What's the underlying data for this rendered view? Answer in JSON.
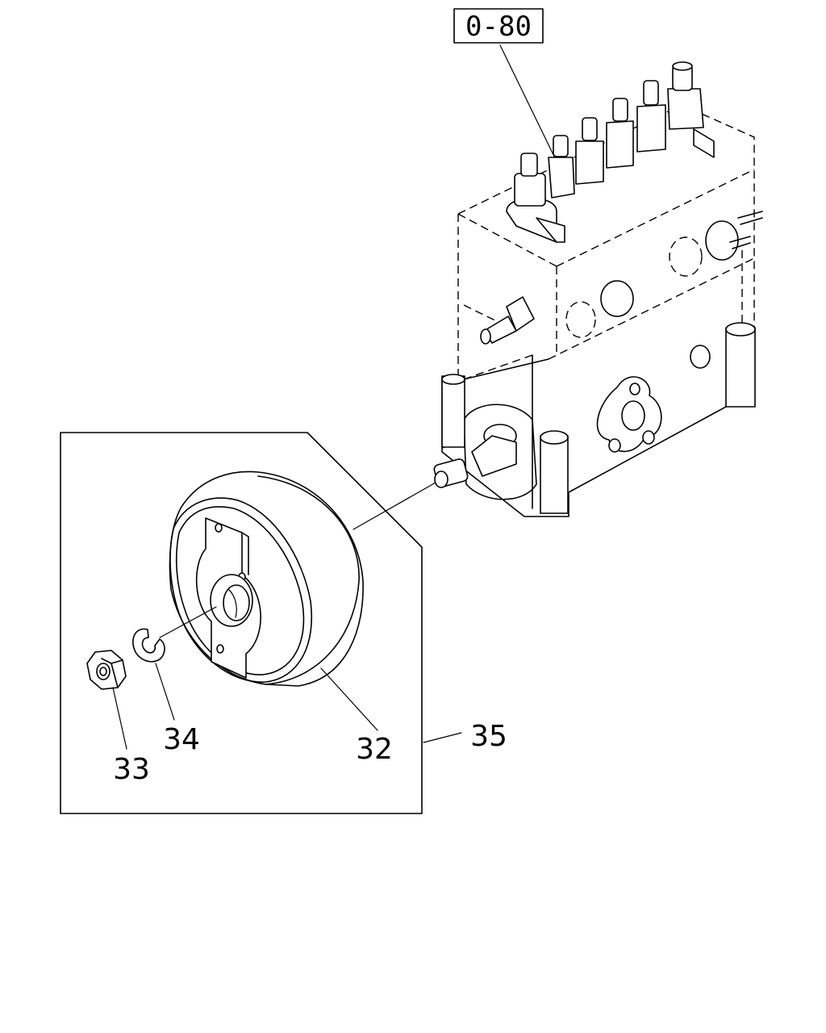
{
  "diagram": {
    "reference_box": "0-80",
    "callouts": {
      "part_32": "32",
      "part_33": "33",
      "part_34": "34",
      "part_35": "35"
    }
  }
}
